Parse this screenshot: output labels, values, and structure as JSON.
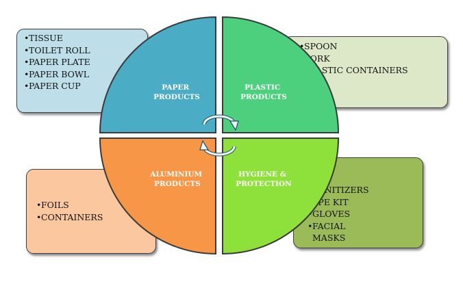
{
  "colors": {
    "paper": "#4BACC6",
    "plastic": "#4DD07D",
    "aluminium": "#F79646",
    "hygiene": "#8EE03A",
    "paper_box": "#BEDFEA",
    "plastic_box": "#DCE8C8",
    "aluminium_box": "#FAC79F",
    "hygiene_box": "#9BBB59"
  },
  "quadrants": [
    {
      "id": "paper",
      "label_lines": [
        "PAPER",
        "PRODUCTS"
      ]
    },
    {
      "id": "plastic",
      "label_lines": [
        "PLASTIC",
        "PRODUCTS"
      ]
    },
    {
      "id": "aluminium",
      "label_lines": [
        "ALUMINIUM",
        "PRODUCTS"
      ]
    },
    {
      "id": "hygiene",
      "label_lines": [
        "HYGIENE &",
        "PROTECTION"
      ]
    }
  ],
  "callouts": {
    "paper": {
      "items": [
        "TISSUE",
        "TOILET ROLL",
        "PAPER PLATE",
        "PAPER BOWL",
        "PAPER CUP"
      ]
    },
    "plastic": {
      "items": [
        "SPOON",
        "FORK",
        "PLASTIC CONTAINERS"
      ]
    },
    "aluminium": {
      "items": [
        "FOILS",
        "CONTAINERS"
      ]
    },
    "hygiene": {
      "items": [
        "SANITIZERS",
        "PPE KIT",
        "GLOVES",
        "FACIAL MASKS"
      ]
    }
  },
  "center_icon": "circular-arrows-icon"
}
